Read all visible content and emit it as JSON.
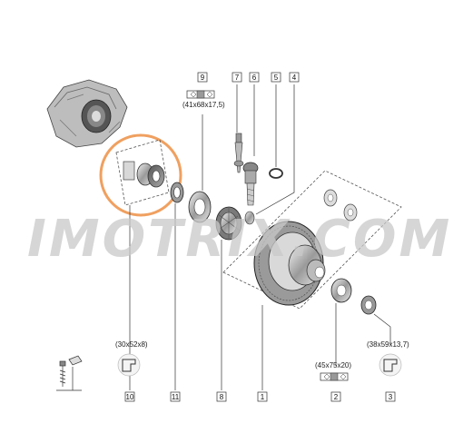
{
  "watermark": "IMOTRIX.COM",
  "callouts": [
    {
      "id": "c9",
      "number": "9",
      "dims": "(41x68x17,5)"
    },
    {
      "id": "c7",
      "number": "7",
      "dims": ""
    },
    {
      "id": "c6",
      "number": "6",
      "dims": ""
    },
    {
      "id": "c5",
      "number": "5",
      "dims": ""
    },
    {
      "id": "c4",
      "number": "4",
      "dims": ""
    },
    {
      "id": "c10",
      "number": "10",
      "dims": "(30x52x8)"
    },
    {
      "id": "c11",
      "number": "11",
      "dims": ""
    },
    {
      "id": "c8",
      "number": "8",
      "dims": ""
    },
    {
      "id": "c1",
      "number": "1",
      "dims": ""
    },
    {
      "id": "c2",
      "number": "2",
      "dims": "(45x75x20)"
    },
    {
      "id": "c3",
      "number": "3",
      "dims": "(38x59x13,7)"
    }
  ],
  "colors": {
    "highlight_ring": "#f0a060",
    "line": "#333333",
    "watermark": "#c9c9c9"
  }
}
